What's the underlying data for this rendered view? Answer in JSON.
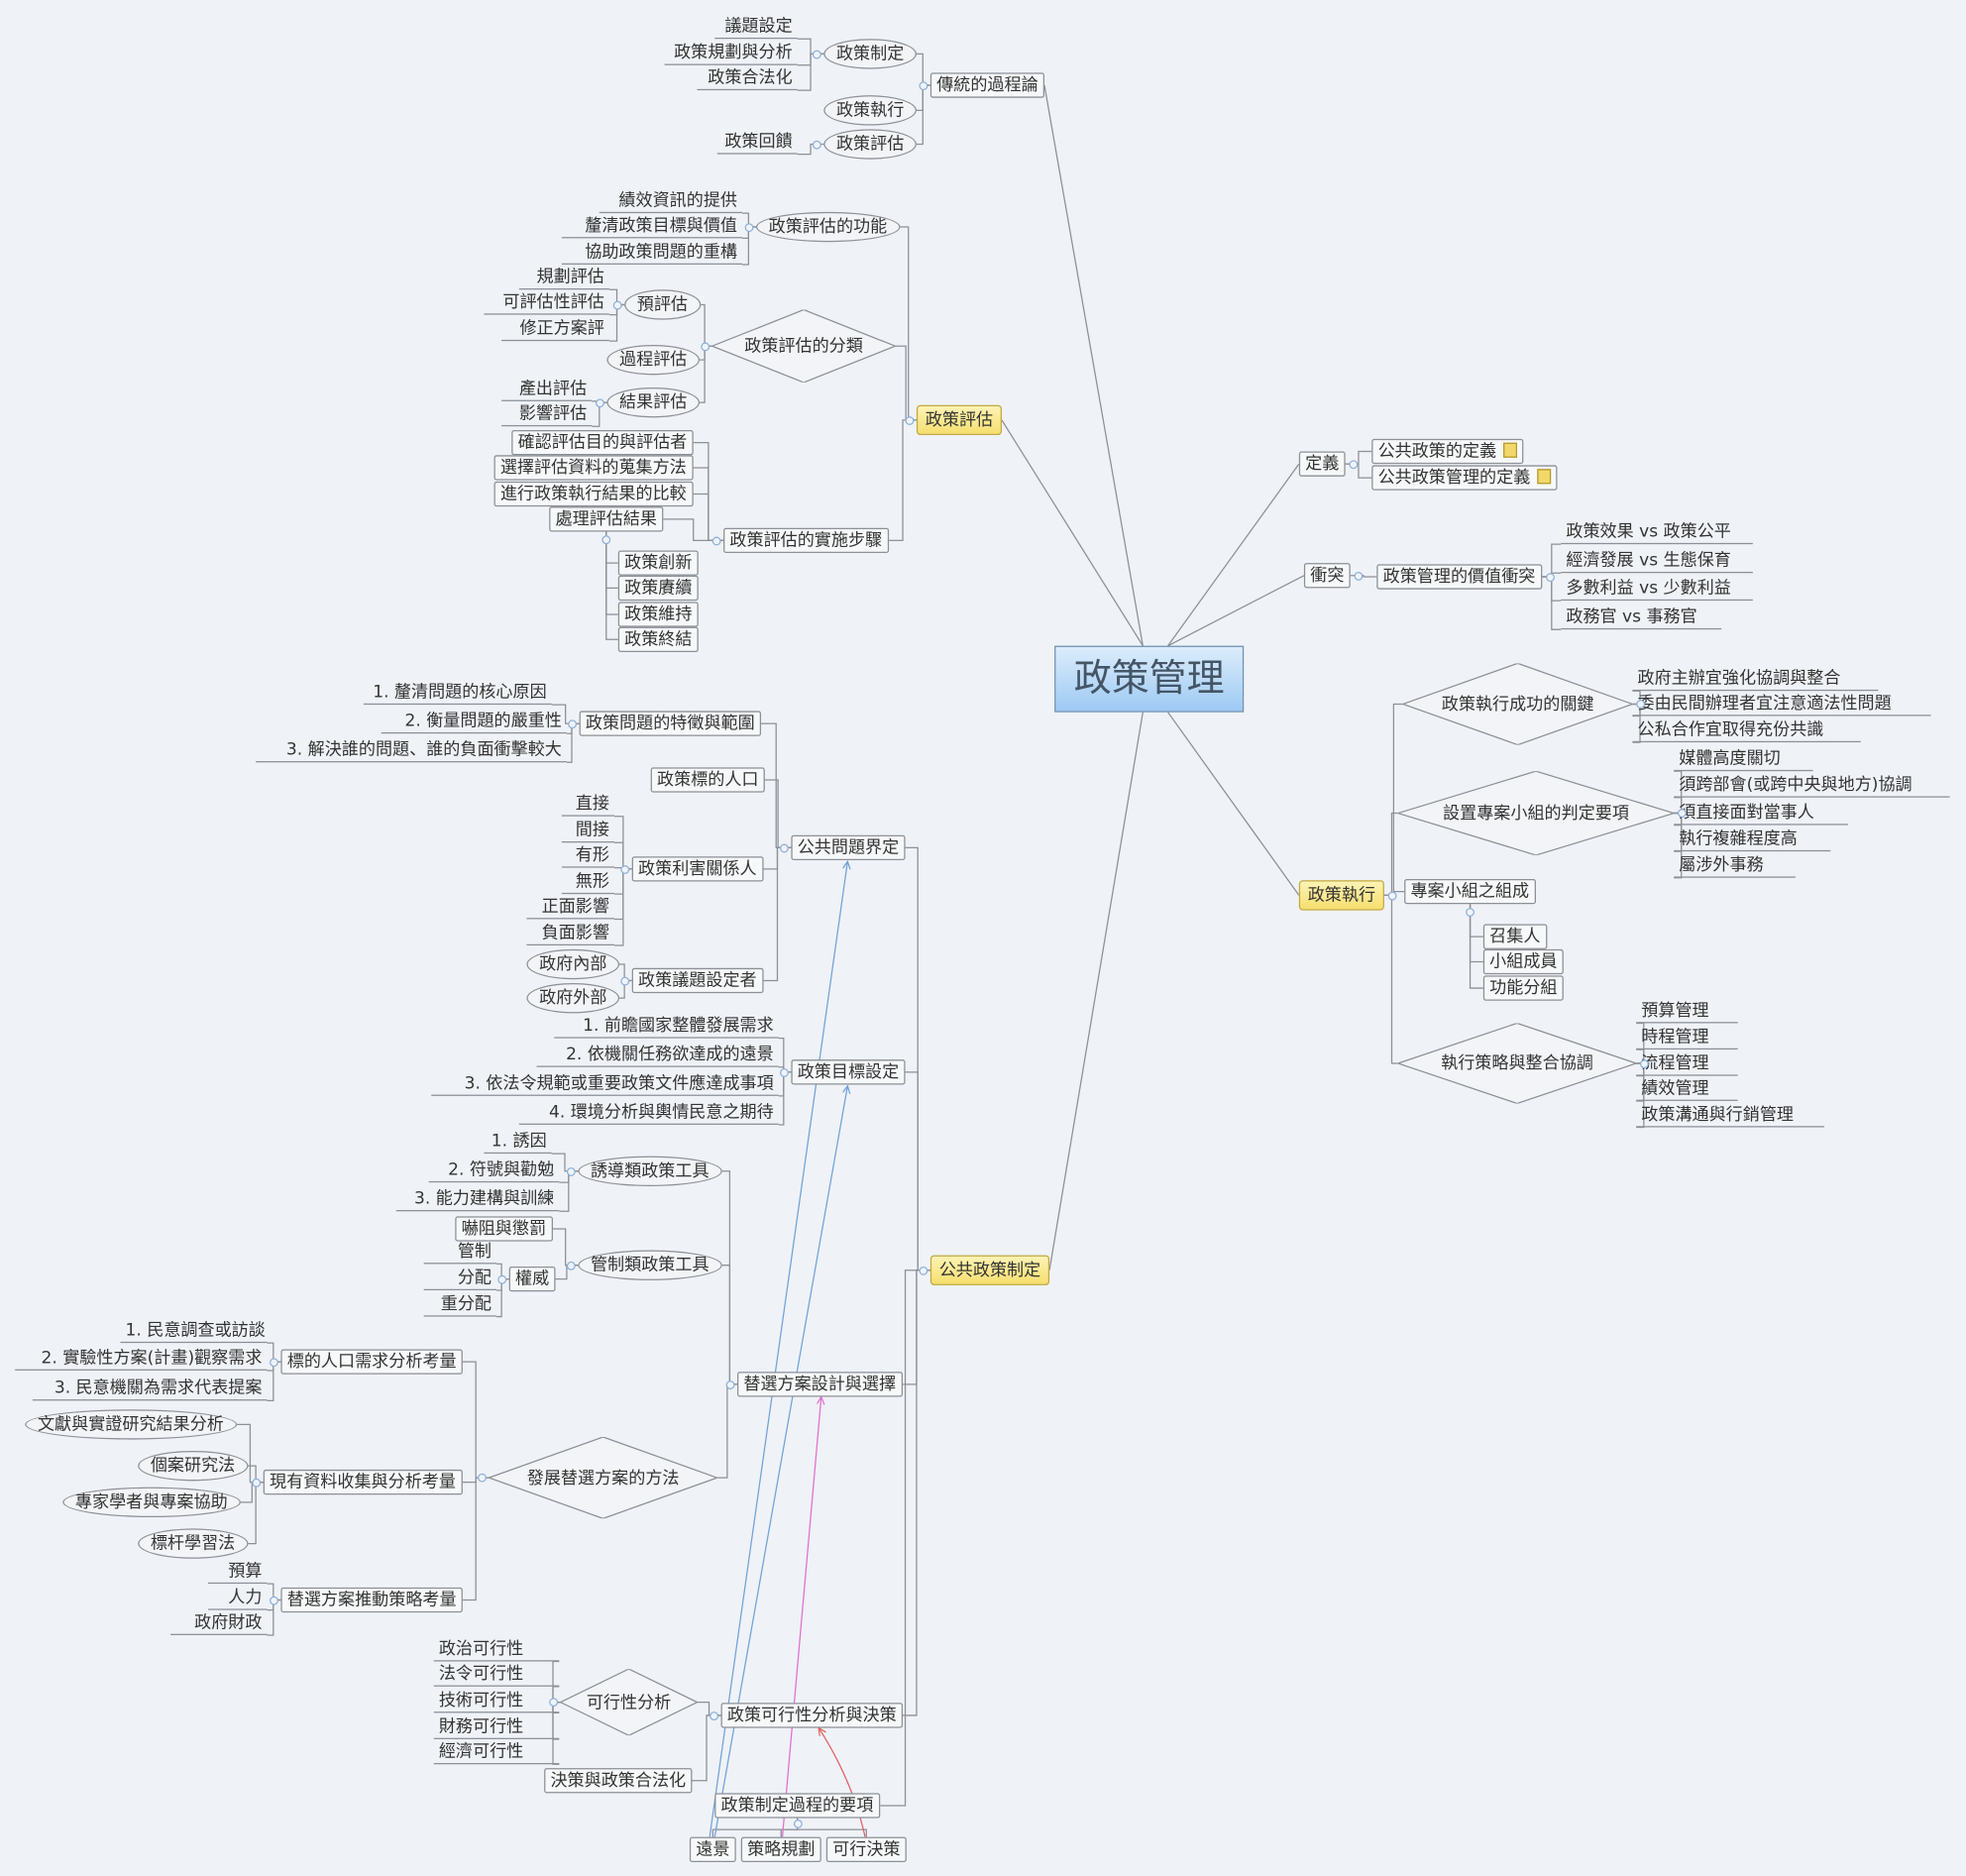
{
  "title": "政策管理",
  "traditional": {
    "label": "傳統的過程論",
    "making": {
      "label": "政策制定",
      "items": [
        "議題設定",
        "政策規劃與分析",
        "政策合法化"
      ]
    },
    "execution": "政策執行",
    "evaluation": {
      "label": "政策評估",
      "items": [
        "政策回饋"
      ]
    }
  },
  "evaluation": {
    "label": "政策評估",
    "functions": {
      "label": "政策評估的功能",
      "items": [
        "績效資訊的提供",
        "釐清政策目標與價值",
        "協助政策問題的重構"
      ]
    },
    "types": {
      "label": "政策評估的分類",
      "pre": {
        "label": "預評估",
        "items": [
          "規劃評估",
          "可評估性評估",
          "修正方案評"
        ]
      },
      "process": "過程評估",
      "result": {
        "label": "結果評估",
        "items": [
          "產出評估",
          "影響評估"
        ]
      }
    },
    "steps": {
      "label": "政策評估的實施步驟",
      "items": [
        "確認評估目的與評估者",
        "選擇評估資料的蒐集方法",
        "進行政策執行結果的比較"
      ],
      "handle": {
        "label": "處理評估結果",
        "items": [
          "政策創新",
          "政策賡續",
          "政策維持",
          "政策終結"
        ]
      }
    }
  },
  "definition": {
    "label": "定義",
    "items": [
      "公共政策的定義",
      "公共政策管理的定義"
    ]
  },
  "conflict": {
    "label": "衝突",
    "value": {
      "label": "政策管理的價值衝突",
      "items": [
        "政策效果 vs 政策公平",
        "經濟發展 vs 生態保育",
        "多數利益 vs 少數利益",
        "政務官 vs 事務官"
      ]
    }
  },
  "implementation": {
    "label": "政策執行",
    "keys": {
      "label": "政策執行成功的關鍵",
      "items": [
        "政府主辦宜強化協調與整合",
        "委由民間辦理者宜注意適法性問題",
        "公私合作宜取得充份共識"
      ]
    },
    "taskforce_criteria": {
      "label": "設置專案小組的判定要項",
      "items": [
        "媒體高度關切",
        "須跨部會(或跨中央與地方)協調",
        "須直接面對當事人",
        "執行複雜程度高",
        "屬涉外事務"
      ]
    },
    "taskforce": {
      "label": "專案小組之組成",
      "items": [
        "召集人",
        "小組成員",
        "功能分組"
      ]
    },
    "strategy": {
      "label": "執行策略與整合協調",
      "items": [
        "預算管理",
        "時程管理",
        "流程管理",
        "績效管理",
        "政策溝通與行銷管理"
      ]
    }
  },
  "making": {
    "label": "公共政策制定",
    "problem": {
      "label": "公共問題界定",
      "features": {
        "label": "政策問題的特徵與範圍",
        "items": [
          "1. 釐清問題的核心原因",
          "2. 衡量問題的嚴重性",
          "3. 解決誰的問題、誰的負面衝擊較大"
        ]
      },
      "target": "政策標的人口",
      "stakeholders": {
        "label": "政策利害關係人",
        "items": [
          "直接",
          "間接",
          "有形",
          "無形",
          "正面影響",
          "負面影響"
        ]
      },
      "agenda": {
        "label": "政策議題設定者",
        "items": [
          "政府內部",
          "政府外部"
        ]
      }
    },
    "goals": {
      "label": "政策目標設定",
      "items": [
        "1. 前瞻國家整體發展需求",
        "2. 依機關任務欲達成的遠景",
        "3. 依法令規範或重要政策文件應達成事項",
        "4. 環境分析與輿情民意之期待"
      ]
    },
    "alternatives": {
      "label": "替選方案設計與選擇",
      "inducement": {
        "label": "誘導類政策工具",
        "items": [
          "1. 誘因",
          "2. 符號與勸勉",
          "3. 能力建構與訓練"
        ]
      },
      "regulation": {
        "label": "管制類政策工具",
        "deter": "嚇阻與懲罰",
        "authority": {
          "label": "權威",
          "items": [
            "管制",
            "分配",
            "重分配"
          ]
        }
      },
      "methods": {
        "label": "發展替選方案的方法",
        "needs": {
          "label": "標的人口需求分析考量",
          "items": [
            "1. 民意調查或訪談",
            "2. 實驗性方案(計畫)觀察需求",
            "3. 民意機關為需求代表提案"
          ]
        },
        "data": {
          "label": "現有資料收集與分析考量",
          "items": [
            "文獻與實證研究結果分析",
            "個案研究法",
            "專家學者與專案協助",
            "標杆學習法"
          ]
        },
        "promotion": {
          "label": "替選方案推動策略考量",
          "items": [
            "預算",
            "人力",
            "政府財政"
          ]
        }
      }
    },
    "feasibility": {
      "label": "政策可行性分析與決策",
      "analysis": {
        "label": "可行性分析",
        "items": [
          "政治可行性",
          "法令可行性",
          "技術可行性",
          "財務可行性",
          "經濟可行性"
        ]
      },
      "legal": "決策與政策合法化"
    },
    "essentials": {
      "label": "政策制定過程的要項",
      "items": [
        "遠景",
        "策略規劃",
        "可行決策"
      ]
    }
  },
  "colors": {
    "link_blue": "#6fa3d8",
    "link_magenta": "#e070d0",
    "link_red": "#e06060"
  }
}
